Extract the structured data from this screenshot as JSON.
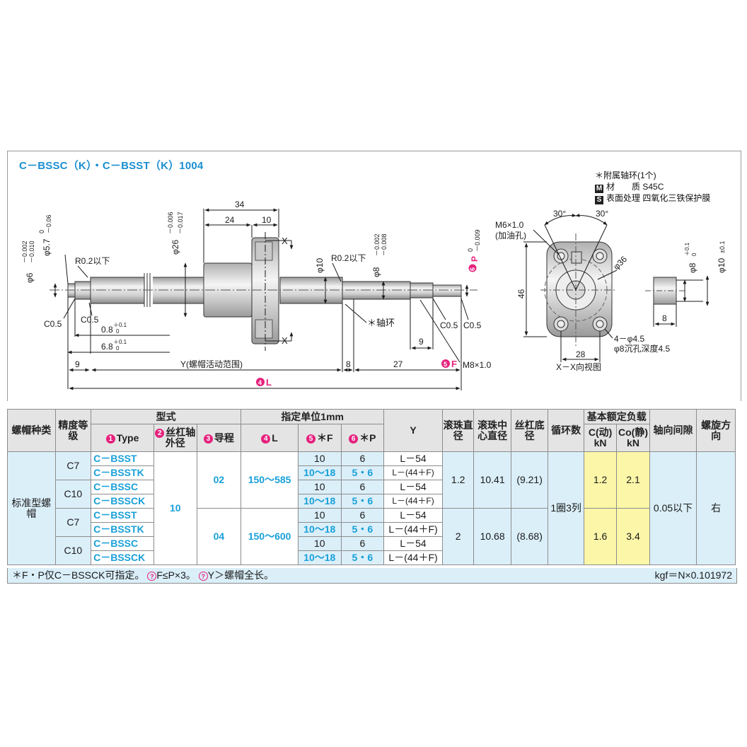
{
  "heading": "C－BSSC（K）・C－BSST（K）1004",
  "notes": {
    "line1": "＊附属轴环(1个)",
    "material_badge": "M",
    "material_label": "材　　质",
    "material_value": "S45C",
    "surface_badge": "S",
    "surface_label": "表面处理",
    "surface_value": "四氧化三铁保护膜"
  },
  "drawing": {
    "d34": "34",
    "d24": "24",
    "d10": "10",
    "phi26": "φ26",
    "phi26_tol_up": "－0.006",
    "phi26_tol_low": "－0.017",
    "phi6": "φ6",
    "phi6_tol_up": "－0.002",
    "phi6_tol_low": "－0.010",
    "phi57": "φ5.7",
    "phi57_tol_up": "0",
    "phi57_tol_low": "－0.06",
    "r02_left": "R0.2以下",
    "r02_right": "R0.2以下",
    "x_top": "X",
    "x_bottom": "X",
    "phi10": "φ10",
    "phi8": "φ8",
    "phi8_tol_up": "－0.002",
    "phi8_tol_low": "－0.008",
    "p_marker": "6",
    "p_label": "P",
    "p_tol_up": "0",
    "p_tol_low": "－0.009",
    "c05_a": "C0.5",
    "c05_b": "C0.5",
    "c05_c": "C0.5",
    "c05_d": "C0.5",
    "d08": "0.8",
    "d08_tol_up": "＋0.1",
    "d08_tol_low": "0",
    "d68": "6.8",
    "d68_tol_up": "＋0.1",
    "d68_tol_low": "0",
    "collar": "＊轴环",
    "d9_right": "9",
    "f_marker": "5",
    "f_label": "F",
    "m8": "M8×1.0",
    "d9_left": "9",
    "y_range": "Y(螺帽活动范围)",
    "d8": "8",
    "d27": "27",
    "l_marker": "4",
    "l_label": "L",
    "m6": "M6×1.0",
    "oil_hole": "(加油孔)",
    "deg30_l": "30°",
    "deg30_r": "30°",
    "phi36": "φ36",
    "d46": "46",
    "holes": "4－φ4.5",
    "counterbore": "φ8沉孔深度4.5",
    "d28": "28",
    "view_xx": "X－X向视图",
    "collar_phi8": "φ8",
    "collar_phi8_up": "＋0.1",
    "collar_phi8_low": "0",
    "collar_phi10": "φ10",
    "collar_phi10_tol": "±0.1",
    "collar_len": "8"
  },
  "table": {
    "h_nut": "螺帽种类",
    "h_grade": "精度等级",
    "h_model": "型式",
    "h_unit": "指定单位1mm",
    "h_type": "Type",
    "h_type_num": "1",
    "h_dia": "丝杠轴外径",
    "h_dia_num": "2",
    "h_lead": "导程",
    "h_lead_num": "3",
    "h_l": "L",
    "h_l_num": "4",
    "h_f": "＊F",
    "h_f_num": "5",
    "h_p": "＊P",
    "h_p_num": "6",
    "h_y": "Y",
    "h_ball": "滚珠直径",
    "h_pcd": "滚珠中心直径",
    "h_root": "丝杠底径",
    "h_circ": "循环数",
    "h_load": "基本额定负载",
    "h_c": "C(动)",
    "h_c_unit": "kN",
    "h_co": "Co(静)",
    "h_co_unit": "kN",
    "h_axial": "轴向间隙",
    "h_dir": "螺旋方向",
    "nut_type": "标准型螺帽",
    "shaft_dia": "10",
    "circuits": "1圈3列",
    "axial_clearance": "0.05以下",
    "direction": "右",
    "groups": [
      {
        "lead": "02",
        "l_range": "150～585",
        "ball": "1.2",
        "pcd": "10.41",
        "root": "(9.21)",
        "c": "1.2",
        "co": "2.1"
      },
      {
        "lead": "04",
        "l_range": "150～600",
        "ball": "2",
        "pcd": "10.68",
        "root": "(8.68)",
        "c": "1.6",
        "co": "3.4"
      }
    ],
    "rows": [
      {
        "grade": "C7",
        "type": "C－BSST",
        "f": "10",
        "p": "6",
        "y": "L－54"
      },
      {
        "grade": "",
        "type": "C－BSSTK",
        "f": "10～18",
        "p": "5・6",
        "y": "L－(44＋F)"
      },
      {
        "grade": "C10",
        "type": "C－BSSC",
        "f": "10",
        "p": "6",
        "y": "L－54"
      },
      {
        "grade": "",
        "type": "C－BSSCK",
        "f": "10～18",
        "p": "5・6",
        "y": "L－(44＋F)"
      },
      {
        "grade": "C7",
        "type": "C－BSST",
        "f": "10",
        "p": "6",
        "y": "L－54"
      },
      {
        "grade": "",
        "type": "C－BSSTK",
        "f": "10～18",
        "p": "5・6",
        "y": "L－(44＋F)"
      },
      {
        "grade": "C10",
        "type": "C－BSSC",
        "f": "10",
        "p": "6",
        "y": "L－54"
      },
      {
        "grade": "",
        "type": "C－BSSCK",
        "f": "10～18",
        "p": "5・6",
        "y": "L－(44＋F)"
      }
    ]
  },
  "footer": {
    "note1": "＊F・P仅C－BSSCK可指定。",
    "note2": "F≤P×3。",
    "note3": "Y＞螺帽全长。",
    "tip_icon": "lightbulb-icon",
    "conversion": "kgf＝N×0.101972"
  },
  "colors": {
    "accent_cyan": "#1b8fd1",
    "marker_pink": "#e6227d",
    "table_blue": "#dbeff9",
    "load_yellow": "#fbf6a8",
    "header_gray": "#e4e4e4"
  }
}
